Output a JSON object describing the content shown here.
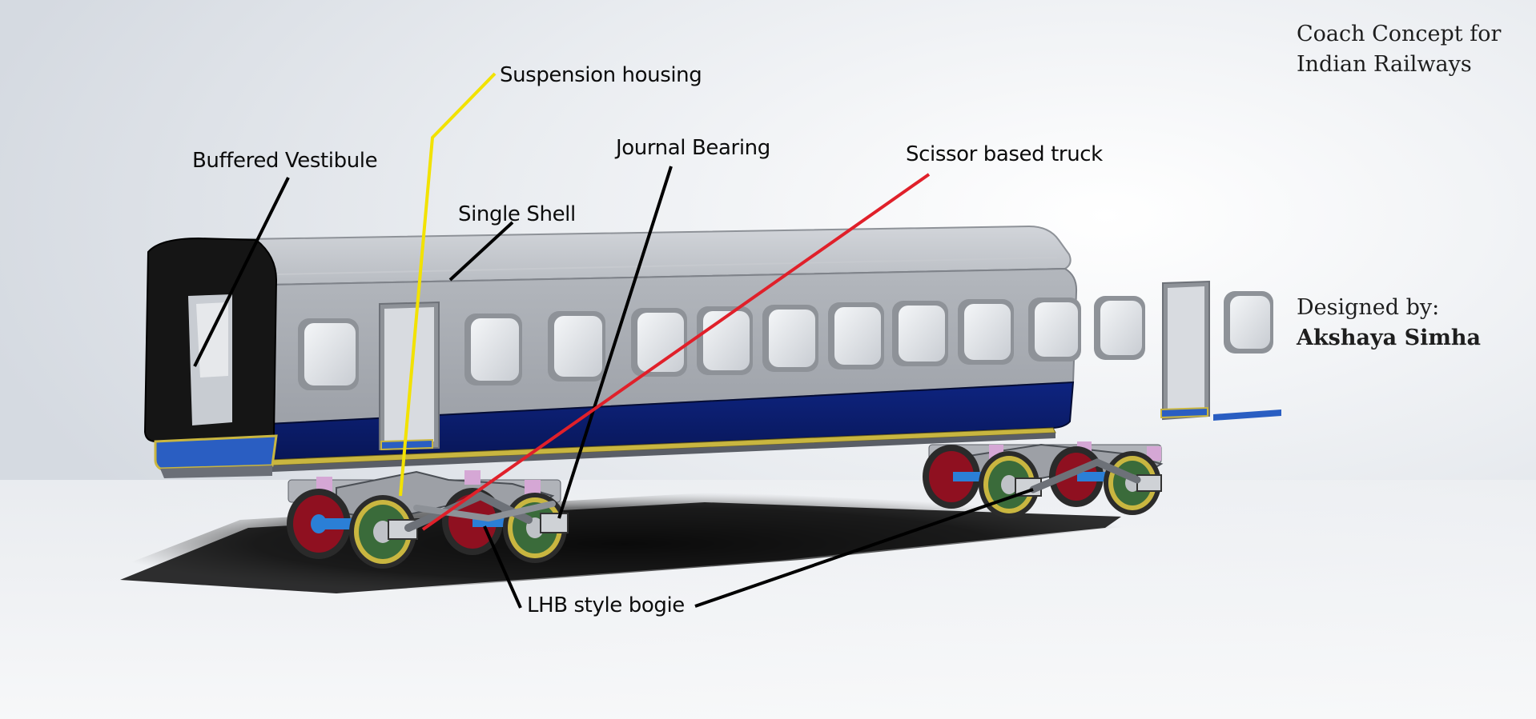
{
  "title": {
    "line1": "Coach Concept for",
    "line2": "Indian Railways"
  },
  "credit": {
    "label": "Designed by:",
    "name": "Akshaya Simha"
  },
  "callouts": {
    "buffered_vestibule": {
      "text": "Buffered Vestibule",
      "line_color": "#000000"
    },
    "suspension_housing": {
      "text": "Suspension housing",
      "line_color": "#f2e200"
    },
    "journal_bearing": {
      "text": "Journal Bearing",
      "line_color": "#000000"
    },
    "scissor_truck": {
      "text": "Scissor based truck",
      "line_color": "#e0202a"
    },
    "single_shell": {
      "text": "Single Shell",
      "line_color": "#000000"
    },
    "lhb_bogie": {
      "text": "LHB style bogie",
      "line_color": "#000000"
    }
  },
  "colors": {
    "body_silver": "#a9adb3",
    "body_blue": "#0a1c6a",
    "vestibule": "#151515",
    "wheel_red": "#8f1020",
    "wheel_green": "#3a6b3a",
    "axle_blue": "#2b7fd6",
    "trim_yellow": "#c9b640"
  }
}
